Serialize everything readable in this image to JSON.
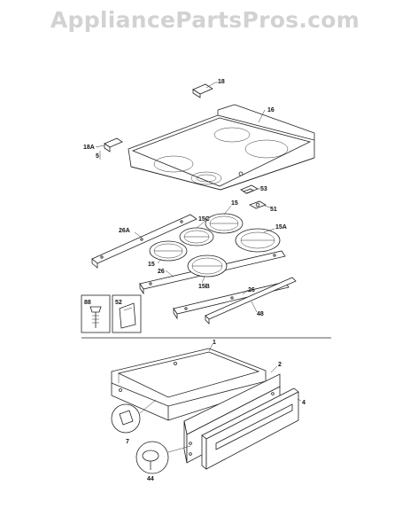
{
  "watermark": "AppliancePartsPros.com",
  "callouts": {
    "c16": "16",
    "c18": "18",
    "c18A": "18A",
    "c5": "5",
    "c53": "53",
    "c51": "51",
    "c15a": "15",
    "c15C": "15C",
    "c15A": "15A",
    "c26A": "26A",
    "c15b": "15",
    "c26a": "26",
    "c15B": "15B",
    "c26b": "26",
    "c48": "48",
    "c88": "88",
    "c52": "52",
    "c1": "1",
    "c2": "2",
    "c4": "4",
    "c7": "7",
    "c44": "44"
  }
}
